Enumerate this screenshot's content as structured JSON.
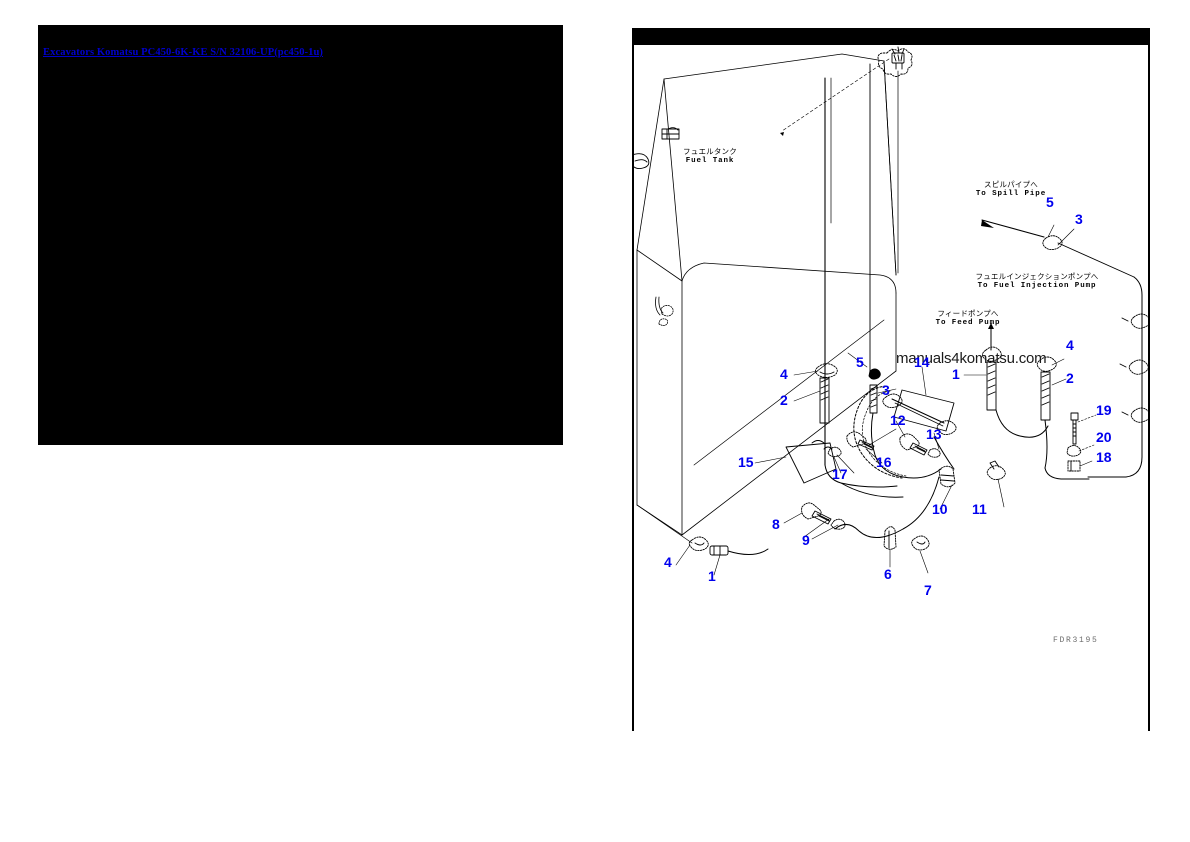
{
  "left_panel": {
    "thumbnail": {
      "name": "document-thumbnail",
      "background_color": "#000000"
    },
    "link_text": "Excavators Komatsu PC450-6K-KE S/N 32106-UP(pc450-1u)",
    "link_color": "#0000cc"
  },
  "diagram": {
    "header_code": "",
    "figure_code": "FDR3195",
    "watermark": "manuals4komatsu.com",
    "callout_color": "#0000ee",
    "labels": [
      {
        "id": "fuel-tank",
        "jp": "フュエルタンク",
        "en": "Fuel Tank"
      },
      {
        "id": "to-spill-pipe",
        "jp": "スピルパイプへ",
        "en": "To Spill Pipe"
      },
      {
        "id": "to-fuel-injection-pump",
        "jp": "フュエルインジェクションポンプへ",
        "en": "To Fuel Injection Pump"
      },
      {
        "id": "to-feed-pump",
        "jp": "フィードポンプへ",
        "en": "To Feed Pump"
      }
    ],
    "callouts": [
      {
        "id": "c-5-top",
        "number": "5"
      },
      {
        "id": "c-3-top",
        "number": "3"
      },
      {
        "id": "c-4-right",
        "number": "4"
      },
      {
        "id": "c-2-right",
        "number": "2"
      },
      {
        "id": "c-1-mid",
        "number": "1"
      },
      {
        "id": "c-14",
        "number": "14"
      },
      {
        "id": "c-19",
        "number": "19"
      },
      {
        "id": "c-20",
        "number": "20"
      },
      {
        "id": "c-18",
        "number": "18"
      },
      {
        "id": "c-4-left",
        "number": "4"
      },
      {
        "id": "c-2-left",
        "number": "2"
      },
      {
        "id": "c-5-left",
        "number": "5"
      },
      {
        "id": "c-3-left",
        "number": "3"
      },
      {
        "id": "c-12",
        "number": "12"
      },
      {
        "id": "c-13",
        "number": "13"
      },
      {
        "id": "c-16",
        "number": "16"
      },
      {
        "id": "c-17",
        "number": "17"
      },
      {
        "id": "c-15",
        "number": "15"
      },
      {
        "id": "c-10",
        "number": "10"
      },
      {
        "id": "c-11",
        "number": "11"
      },
      {
        "id": "c-8",
        "number": "8"
      },
      {
        "id": "c-9",
        "number": "9"
      },
      {
        "id": "c-4-bottom",
        "number": "4"
      },
      {
        "id": "c-1-bottom",
        "number": "1"
      },
      {
        "id": "c-6",
        "number": "6"
      },
      {
        "id": "c-7",
        "number": "7"
      }
    ]
  }
}
